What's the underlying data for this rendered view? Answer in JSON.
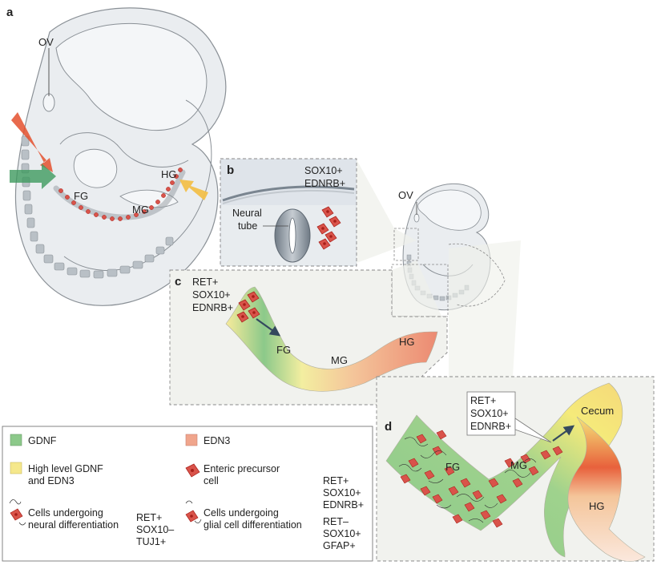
{
  "panels": {
    "a": {
      "letter": "a",
      "labels": {
        "ov": "OV",
        "fg": "FG",
        "mg": "MG",
        "hg": "HG"
      }
    },
    "b": {
      "letter": "b",
      "markers": [
        "SOX10+",
        "EDNRB+"
      ],
      "neural_tube": [
        "Neural",
        "tube"
      ]
    },
    "c": {
      "letter": "c",
      "markers": [
        "RET+",
        "SOX10+",
        "EDNRB+"
      ],
      "labels": {
        "fg": "FG",
        "mg": "MG",
        "hg": "HG"
      }
    },
    "small_embryo": {
      "ov": "OV"
    },
    "d": {
      "letter": "d",
      "markers": [
        "RET+",
        "SOX10+",
        "EDNRB+"
      ],
      "labels": {
        "fg": "FG",
        "mg": "MG",
        "cecum": "Cecum",
        "hg": "HG"
      }
    }
  },
  "legend": {
    "gdnf": "GDNF",
    "edn3": "EDN3",
    "high_level": [
      "High level GDNF",
      "and EDN3"
    ],
    "precursor": [
      "Enteric precursor",
      "cell"
    ],
    "precursor_markers": [
      "RET+",
      "SOX10+",
      "EDNRB+"
    ],
    "neural": [
      "Cells undergoing",
      "neural differentiation"
    ],
    "neural_markers": [
      "RET+",
      "SOX10–",
      "TUJ1+"
    ],
    "glial": [
      "Cells undergoing",
      "glial cell differentiation"
    ],
    "glial_markers": [
      "RET–",
      "SOX10+",
      "GFAP+"
    ]
  },
  "colors": {
    "gdnf": "#8cc98a",
    "edn3": "#f0a58c",
    "high_level": "#f5e88c",
    "cell_fill": "#d9534a",
    "cell_nucleus": "#a8201a",
    "embryo_fill": "#eaedf0",
    "embryo_stroke": "#8a9096",
    "somite": "#b9c0c6",
    "box_bg": "#f1f2ee",
    "arrow_red": "#e4502e",
    "arrow_green": "#3f9a5f",
    "arrow_yellow": "#f2c04a"
  }
}
